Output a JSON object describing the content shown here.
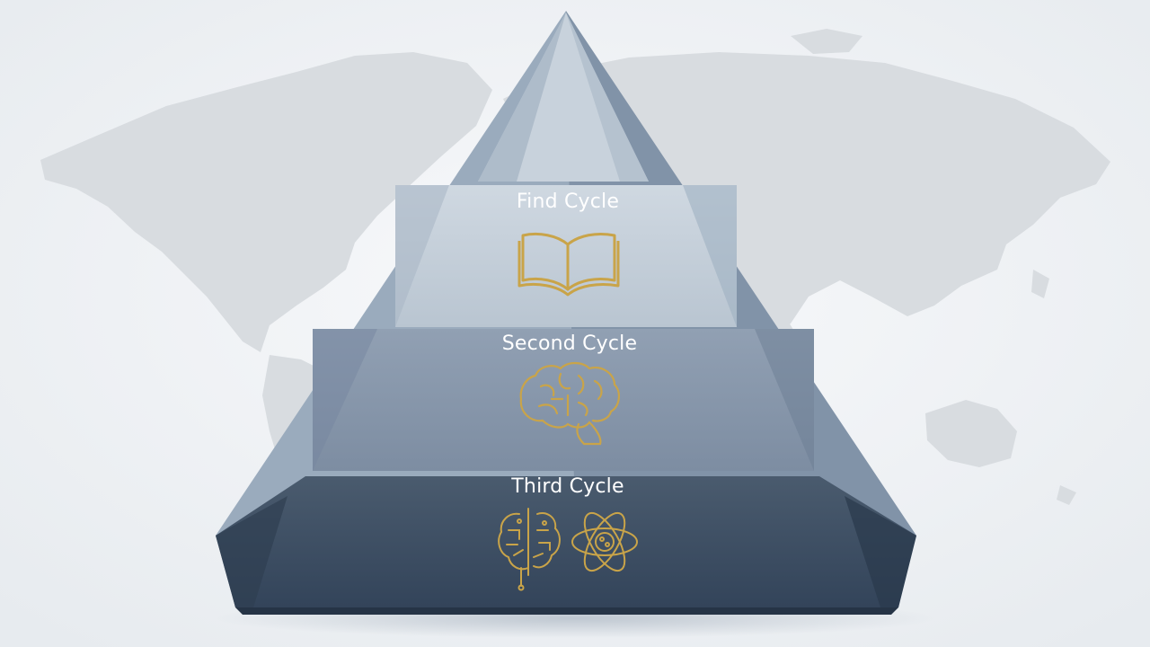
{
  "colors": {
    "background": "#f3f5f7",
    "map": "#d5d9dd",
    "gold": "#c9a449",
    "tier_top": "#c3ced9",
    "tier_middle": "#8a9aae",
    "tier_bottom": "#3e4f62"
  },
  "tiers": [
    {
      "label": "Find Cycle",
      "icon": "open-book-icon"
    },
    {
      "label": "Second Cycle",
      "icon": "brain-icon"
    },
    {
      "label": "Third Cycle",
      "icons": [
        "brain-circuit-icon",
        "atom-icon"
      ]
    }
  ]
}
